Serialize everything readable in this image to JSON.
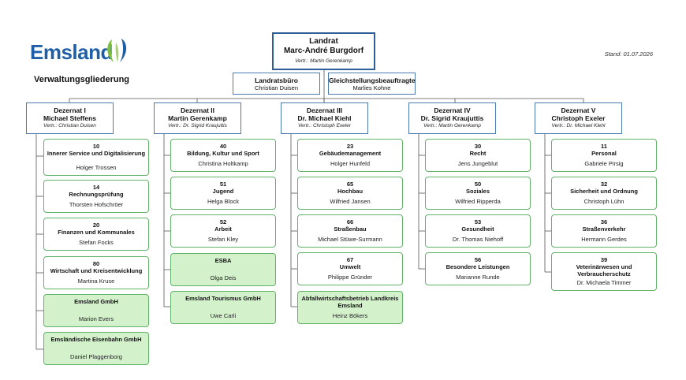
{
  "header": {
    "logo_text": "Emsland",
    "subtitle": "Verwaltungsgliederung",
    "stand": "Stand: 01.07.2026"
  },
  "landrat": {
    "title": "Landrat",
    "name": "Marc-André Burgdorf",
    "vertreter": "Vertr.:  Martin Gerenkamp"
  },
  "staff": [
    {
      "title": "Landratsbüro",
      "name": "Christian Duisen"
    },
    {
      "title": "Gleichstellungsbeauftragte",
      "name": "Marlies Kohne"
    }
  ],
  "dezernate": [
    {
      "title": "Dezernat I",
      "name": "Michael Steffens",
      "vertreter": "Vertr.:  Christian Duisen",
      "units": [
        {
          "title": "10",
          "subtitle": "Innerer Service und Digitalisierung",
          "name": "Holger Trossen"
        },
        {
          "title": "14",
          "subtitle": "Rechnungsprüfung",
          "name": "Thorsten Hofschröer"
        },
        {
          "title": "20",
          "subtitle": "Finanzen und Kommunales",
          "name": "Stefan Focks"
        },
        {
          "title": "80",
          "subtitle": "Wirtschaft und Kreisentwicklung",
          "name": "Martina Kruse"
        },
        {
          "title": "",
          "subtitle": "Emsland GmbH",
          "name": "Marion Evers",
          "green": true
        },
        {
          "title": "",
          "subtitle": "Emsländische Eisenbahn GmbH",
          "name": "Daniel Plaggenborg",
          "green": true
        }
      ]
    },
    {
      "title": "Dezernat II",
      "name": "Martin Gerenkamp",
      "vertreter": "Vertr.:  Dr. Sigrid Kraujuttis",
      "units": [
        {
          "title": "40",
          "subtitle": "Bildung, Kultur und Sport",
          "name": "Christina Holtkamp"
        },
        {
          "title": "51",
          "subtitle": "Jugend",
          "name": "Helga Block"
        },
        {
          "title": "52",
          "subtitle": "Arbeit",
          "name": "Stefan Kley"
        },
        {
          "title": "",
          "subtitle": "ESBA",
          "name": "Olga Deis",
          "green": true
        },
        {
          "title": "",
          "subtitle": "Emsland Tourismus GmbH",
          "name": "Uwe Carli",
          "green": true
        }
      ]
    },
    {
      "title": "Dezernat III",
      "name": "Dr. Michael Kiehl",
      "vertreter": "Vertr.:  Christoph Exeler",
      "units": [
        {
          "title": "23",
          "subtitle": "Gebäudemanagement",
          "name": "Holger Hunfeld"
        },
        {
          "title": "65",
          "subtitle": "Hochbau",
          "name": "Wilfried Jansen"
        },
        {
          "title": "66",
          "subtitle": "Straßenbau",
          "name": "Michael Stüwe-Surmann"
        },
        {
          "title": "67",
          "subtitle": "Umwelt",
          "name": "Philippe Gründer"
        },
        {
          "title": "",
          "subtitle": "Abfallwirtschaftsbetrieb Landkreis Emsland",
          "name": "Heinz Bökers",
          "green": true
        }
      ]
    },
    {
      "title": "Dezernat IV",
      "name": "Dr. Sigrid Kraujuttis",
      "vertreter": "Vertr.:  Martin Gerenkamp",
      "units": [
        {
          "title": "30",
          "subtitle": "Recht",
          "name": "Jens Jungeblut"
        },
        {
          "title": "50",
          "subtitle": "Soziales",
          "name": "Wilfried Ripperda"
        },
        {
          "title": "53",
          "subtitle": "Gesundheit",
          "name": "Dr. Thomas Niehoff"
        },
        {
          "title": "56",
          "subtitle": "Besondere Leistungen",
          "name": "Marianne Runde"
        }
      ]
    },
    {
      "title": "Dezernat V",
      "name": "Christoph Exeler",
      "vertreter": "Vertr.:  Dr. Michael Kiehl",
      "units": [
        {
          "title": "11",
          "subtitle": "Personal",
          "name": "Gabriele Pirsig"
        },
        {
          "title": "32",
          "subtitle": "Sicherheit und Ordnung",
          "name": "Christoph Lühn"
        },
        {
          "title": "36",
          "subtitle": "Straßenverkehr",
          "name": "Hermann Gerdes"
        },
        {
          "title": "39",
          "subtitle": "Veterinärwesen und Verbraucherschutz",
          "name": "Dr. Michaela Timmer"
        }
      ]
    }
  ],
  "colors": {
    "blue_border": "#4a7ab0",
    "green_border": "#63b26a",
    "green_fill": "#d3f2cc",
    "logo_blue": "#1f5fa8",
    "logo_green": "#7bbf3f"
  }
}
